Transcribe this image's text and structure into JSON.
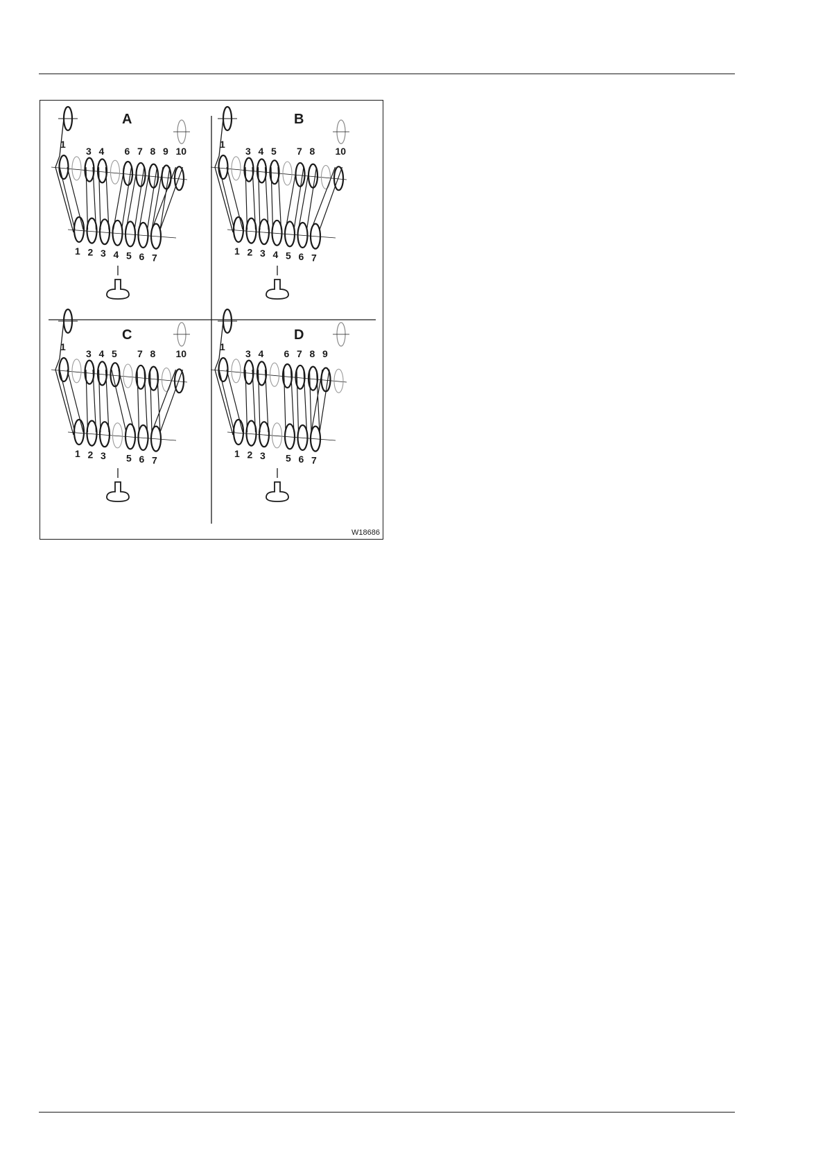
{
  "figure": {
    "id": "W18686",
    "panels": [
      {
        "letter": "A",
        "upper_labels": [
          "1",
          "3",
          "4",
          "6",
          "7",
          "8",
          "9",
          "10"
        ],
        "lower_labels": [
          "1",
          "2",
          "3",
          "4",
          "5",
          "6",
          "7"
        ]
      },
      {
        "letter": "B",
        "upper_labels": [
          "1",
          "3",
          "4",
          "5",
          "7",
          "8",
          "10"
        ],
        "lower_labels": [
          "1",
          "2",
          "3",
          "4",
          "5",
          "6",
          "7"
        ]
      },
      {
        "letter": "C",
        "upper_labels": [
          "1",
          "3",
          "4",
          "5",
          "7",
          "8",
          "10"
        ],
        "lower_labels": [
          "1",
          "2",
          "3",
          "5",
          "6",
          "7"
        ]
      },
      {
        "letter": "D",
        "upper_labels": [
          "1",
          "3",
          "4",
          "6",
          "7",
          "8",
          "9"
        ],
        "lower_labels": [
          "1",
          "2",
          "3",
          "5",
          "6",
          "7"
        ]
      }
    ]
  }
}
